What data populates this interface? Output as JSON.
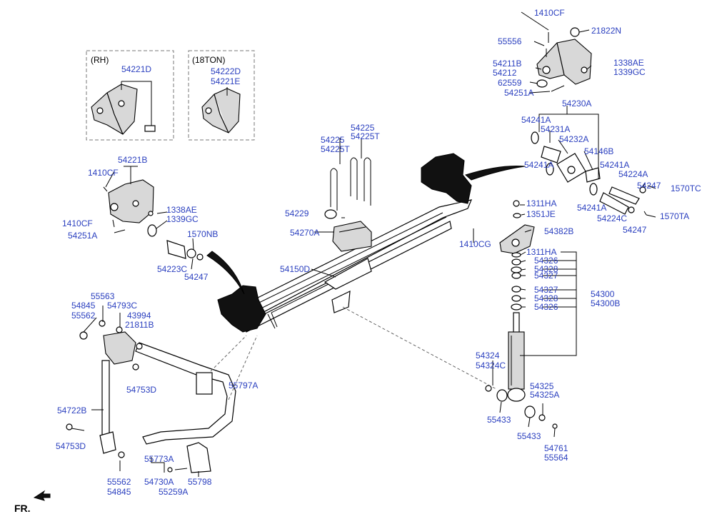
{
  "notes": {
    "rh": "(RH)",
    "ton": "(18TON)",
    "fr": "FR."
  },
  "labels": {
    "p1410CF_top": "1410CF",
    "p21822N": "21822N",
    "p55556": "55556",
    "p54211B": "54211B",
    "p54212": "54212",
    "p1338AE_top": "1338AE",
    "p1339GC_top": "1339GC",
    "p62559": "62559",
    "p54251A_top": "54251A",
    "p54221D": "54221D",
    "p54222D": "54222D",
    "p54221E": "54221E",
    "p54230A": "54230A",
    "p54241A_1": "54241A",
    "p54231A": "54231A",
    "p54232A": "54232A",
    "p54146B": "54146B",
    "p54241A_2": "54241A",
    "p54224A": "54224A",
    "p54241A_3": "54241A",
    "p54241A_4": "54241A",
    "p54247_1": "54247",
    "p1570TC": "1570TC",
    "p54224C": "54224C",
    "p1570TA": "1570TA",
    "p54247_2": "54247",
    "p54225_1": "54225",
    "p54225T_1": "54225T",
    "p54225_2": "54225",
    "p54225T_2": "54225T",
    "p54229": "54229",
    "p54270A": "54270A",
    "p54150D": "54150D",
    "p54221B": "54221B",
    "p1410CF_mid": "1410CF",
    "p1410CF_low": "1410CF",
    "p54251A_mid": "54251A",
    "p1338AE_mid": "1338AE",
    "p1339GC_mid": "1339GC",
    "p1570NB": "1570NB",
    "p54223C": "54223C",
    "p54247_3": "54247",
    "p1311HA_top": "1311HA",
    "p1351JE": "1351JE",
    "p1410CG": "1410CG",
    "p54382B": "54382B",
    "p1311HA_mid": "1311HA",
    "p54326_1": "54326",
    "p54328_1": "54328",
    "p54327_1": "54327",
    "p54327_2": "54327",
    "p54328_2": "54328",
    "p54326_2": "54326",
    "p54300": "54300",
    "p54300B": "54300B",
    "p54324": "54324",
    "p54324C": "54324C",
    "p54325": "54325",
    "p54325A": "54325A",
    "p55433_1": "55433",
    "p55433_2": "55433",
    "p54761": "54761",
    "p55564": "55564",
    "p55563": "55563",
    "p54845_1": "54845",
    "p55562_1": "55562",
    "p54793C": "54793C",
    "p43994": "43994",
    "p21811B": "21811B",
    "p54753D_1": "54753D",
    "p55797A": "55797A",
    "p54722B": "54722B",
    "p54753D_2": "54753D",
    "p55773A": "55773A",
    "p55562_2": "55562",
    "p54845_2": "54845",
    "p54730A": "54730A",
    "p55798": "55798",
    "p55259A": "55259A"
  },
  "colors": {
    "label": "#2a3fbf",
    "line": "#000000",
    "background": "#ffffff"
  },
  "icons": [
    "fr-arrow-icon"
  ]
}
